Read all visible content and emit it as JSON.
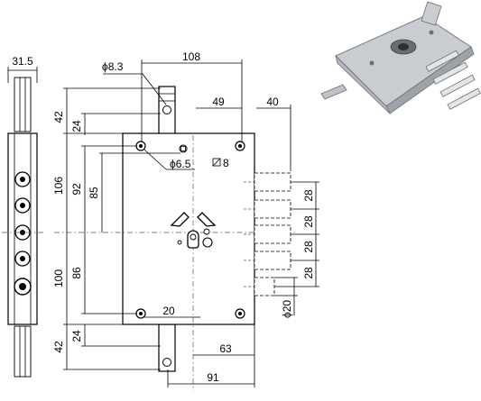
{
  "diagram": {
    "labels": {
      "front_thickness": "31.5",
      "width_total": "108",
      "hole_diameter": "ϕ8.3",
      "backset": "49",
      "bolt_projection": "40",
      "top_offset_42": "42",
      "top_offset_24": "24",
      "height_upper": "106",
      "height_92": "92",
      "height_85": "85",
      "height_lower": "100",
      "height_86": "86",
      "pin_diameter": "ϕ6.5",
      "square_hole": "8",
      "bolt_pitch_1": "28",
      "bolt_pitch_2": "28",
      "bolt_pitch_3": "28",
      "bolt_pitch_4": "28",
      "bolt_diameter": "ϕ20",
      "bottom_20": "20",
      "bottom_offset_42": "42",
      "bottom_offset_24": "24",
      "bottom_63": "63",
      "bottom_91": "91"
    }
  }
}
